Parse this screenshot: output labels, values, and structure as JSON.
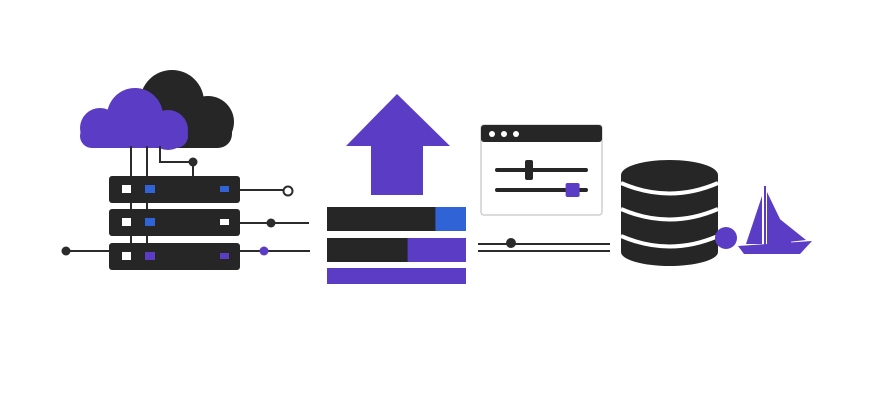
{
  "colors": {
    "purple": "#5b3cc4",
    "blue": "#2f63d6",
    "dark": "#262626",
    "line": "#2b2b2b",
    "window_bg": "#ffffff",
    "window_border": "#cfcfcf",
    "dot": "#ffffff",
    "background": "#ffffff"
  },
  "icons": {
    "clouds": "cloud-icon",
    "servers": "server-rack-icon",
    "upload": "upload-arrow-icon",
    "progress": "progress-bars-icon",
    "window": "settings-window-icon",
    "sliders": "slider-icon",
    "database": "database-icon",
    "sailboat": "sailboat-icon"
  },
  "progress": {
    "bar_1_fill": 0.78,
    "bar_2_fill": 0.58,
    "bar_3_fill": 1.0
  },
  "sliders": {
    "slider_1_value": 0.36,
    "slider_2_value": 0.85,
    "connector_value": 0.25
  }
}
